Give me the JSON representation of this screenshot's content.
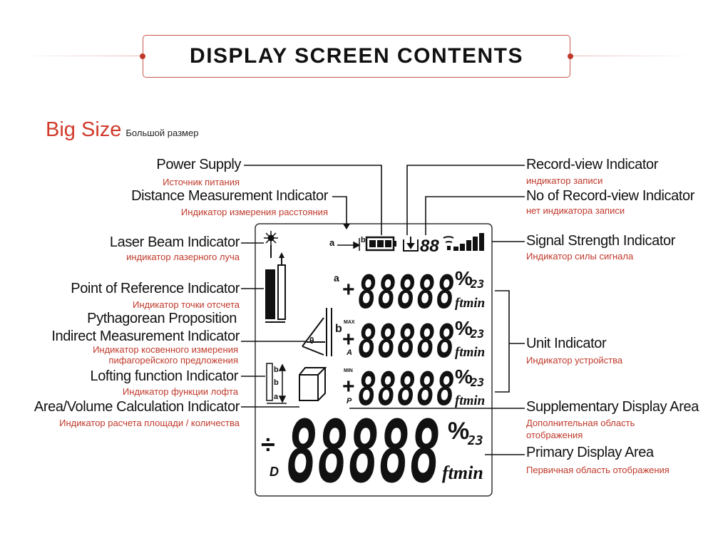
{
  "header": {
    "title": "DISPLAY SCREEN CONTENTS"
  },
  "subtitle": {
    "label": "Big Size",
    "sub": "Большой размер"
  },
  "labels": {
    "power_supply": {
      "en": "Power Supply",
      "ru": "Источник питания"
    },
    "distance": {
      "en": "Distance Measurement Indicator",
      "ru": "Индикатор измерения расстояния"
    },
    "laser": {
      "en": "Laser Beam Indicator",
      "ru": "индикатор лазерного луча"
    },
    "reference": {
      "en": "Point of Reference Indicator",
      "ru": "Индикатор точки отсчета"
    },
    "pythagorean": {
      "en": "Pythagorean Proposition"
    },
    "indirect": {
      "en": "Indirect Measurement Indicator",
      "ru": "Индикатор косвенного измерения",
      "ru2": "пифагорейского предложения"
    },
    "lofting": {
      "en": "Lofting function Indicator",
      "ru": "Индикатор функции лофта"
    },
    "area_volume": {
      "en": "Area/Volume Calculation Indicator",
      "ru": "Индикатор расчета площади / количества"
    },
    "record_view": {
      "en": "Record-view Indicator",
      "ru": "индикатор записи"
    },
    "no_record": {
      "en": "No of Record-view Indicator",
      "ru": "нет индикатора записи"
    },
    "signal": {
      "en": "Signal Strength Indicator",
      "ru": "Индикатор силы сигнала"
    },
    "unit": {
      "en": "Unit Indicator",
      "ru": "Индикатор устройства"
    },
    "supplementary": {
      "en": "Supplementary Display Area",
      "ru": "Дополнительная область",
      "ru2": "отображения"
    },
    "primary": {
      "en": "Primary Display Area",
      "ru": "Первичная область отображения"
    }
  },
  "lcd": {
    "digits": "88888",
    "record_digits": "88",
    "percent": "%",
    "square_cube": "23",
    "units": "ftmin",
    "row_a": "a",
    "row_b": "b",
    "row_max": "MAX",
    "row_min": "MIN",
    "row_a_sub": "A",
    "row_p_sub": "P",
    "row_d": "D",
    "dist_a": "a",
    "dist_b": "b",
    "loft_b1": "b",
    "loft_b2": "b",
    "loft_a": "a",
    "theta": "θ"
  }
}
